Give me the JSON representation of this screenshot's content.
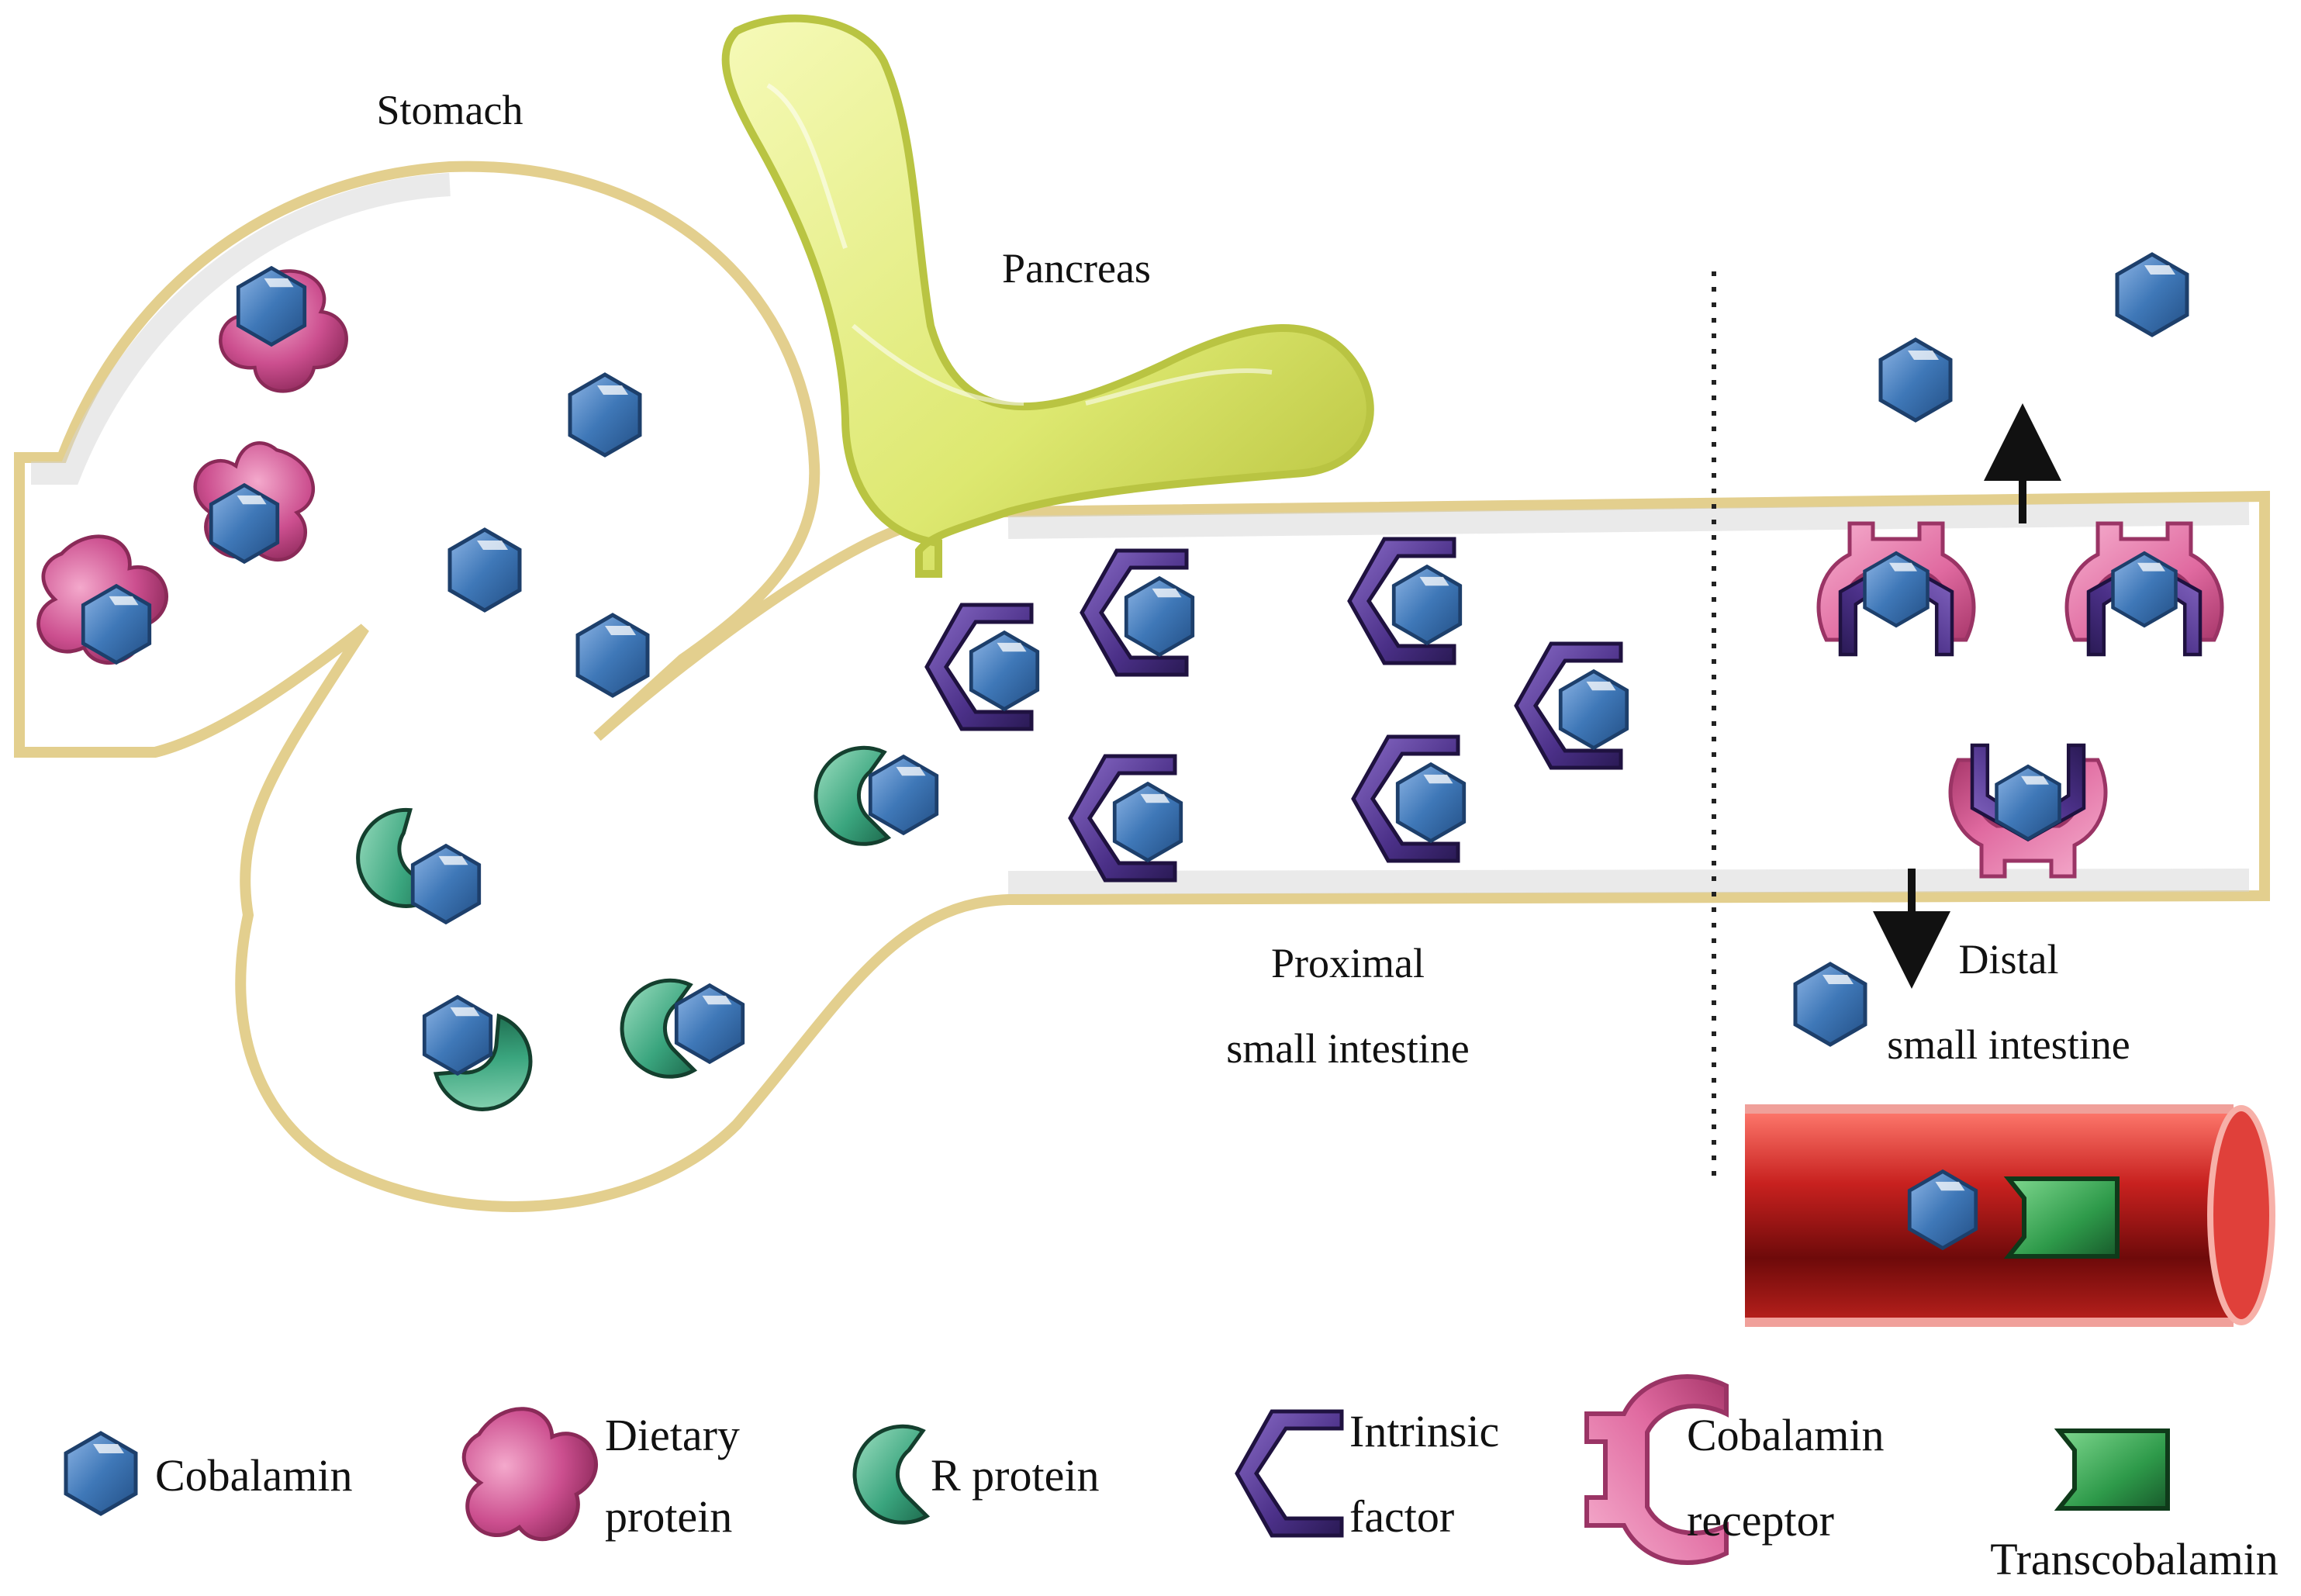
{
  "labels": {
    "stomach": "Stomach",
    "pancreas": "Pancreas",
    "proximal_line1": "Proximal",
    "proximal_line2": "small intestine",
    "distal_line1": "Distal",
    "distal_line2": "small intestine"
  },
  "legend": {
    "cobalamin": "Cobalamin",
    "dietary_protein_line1": "Dietary",
    "dietary_protein_line2": "protein",
    "r_protein": "R protein",
    "intrinsic_factor_line1": "Intrinsic",
    "intrinsic_factor_line2": "factor",
    "cobalamin_receptor_line1": "Cobalamin",
    "cobalamin_receptor_line2": "receptor",
    "transcobalamin": "Transcobalamin"
  },
  "colors": {
    "cobalamin": "#3f78b8",
    "dietary_protein": "#cc4f8f",
    "r_protein": "#3aa57e",
    "intrinsic_factor": "#4b3088",
    "cobalamin_receptor": "#e06aa0",
    "transcobalamin": "#2e9a4a",
    "organ_outline": "#e3cf8e",
    "pancreas": "#dde870",
    "blood_vessel": "#c8211f"
  }
}
